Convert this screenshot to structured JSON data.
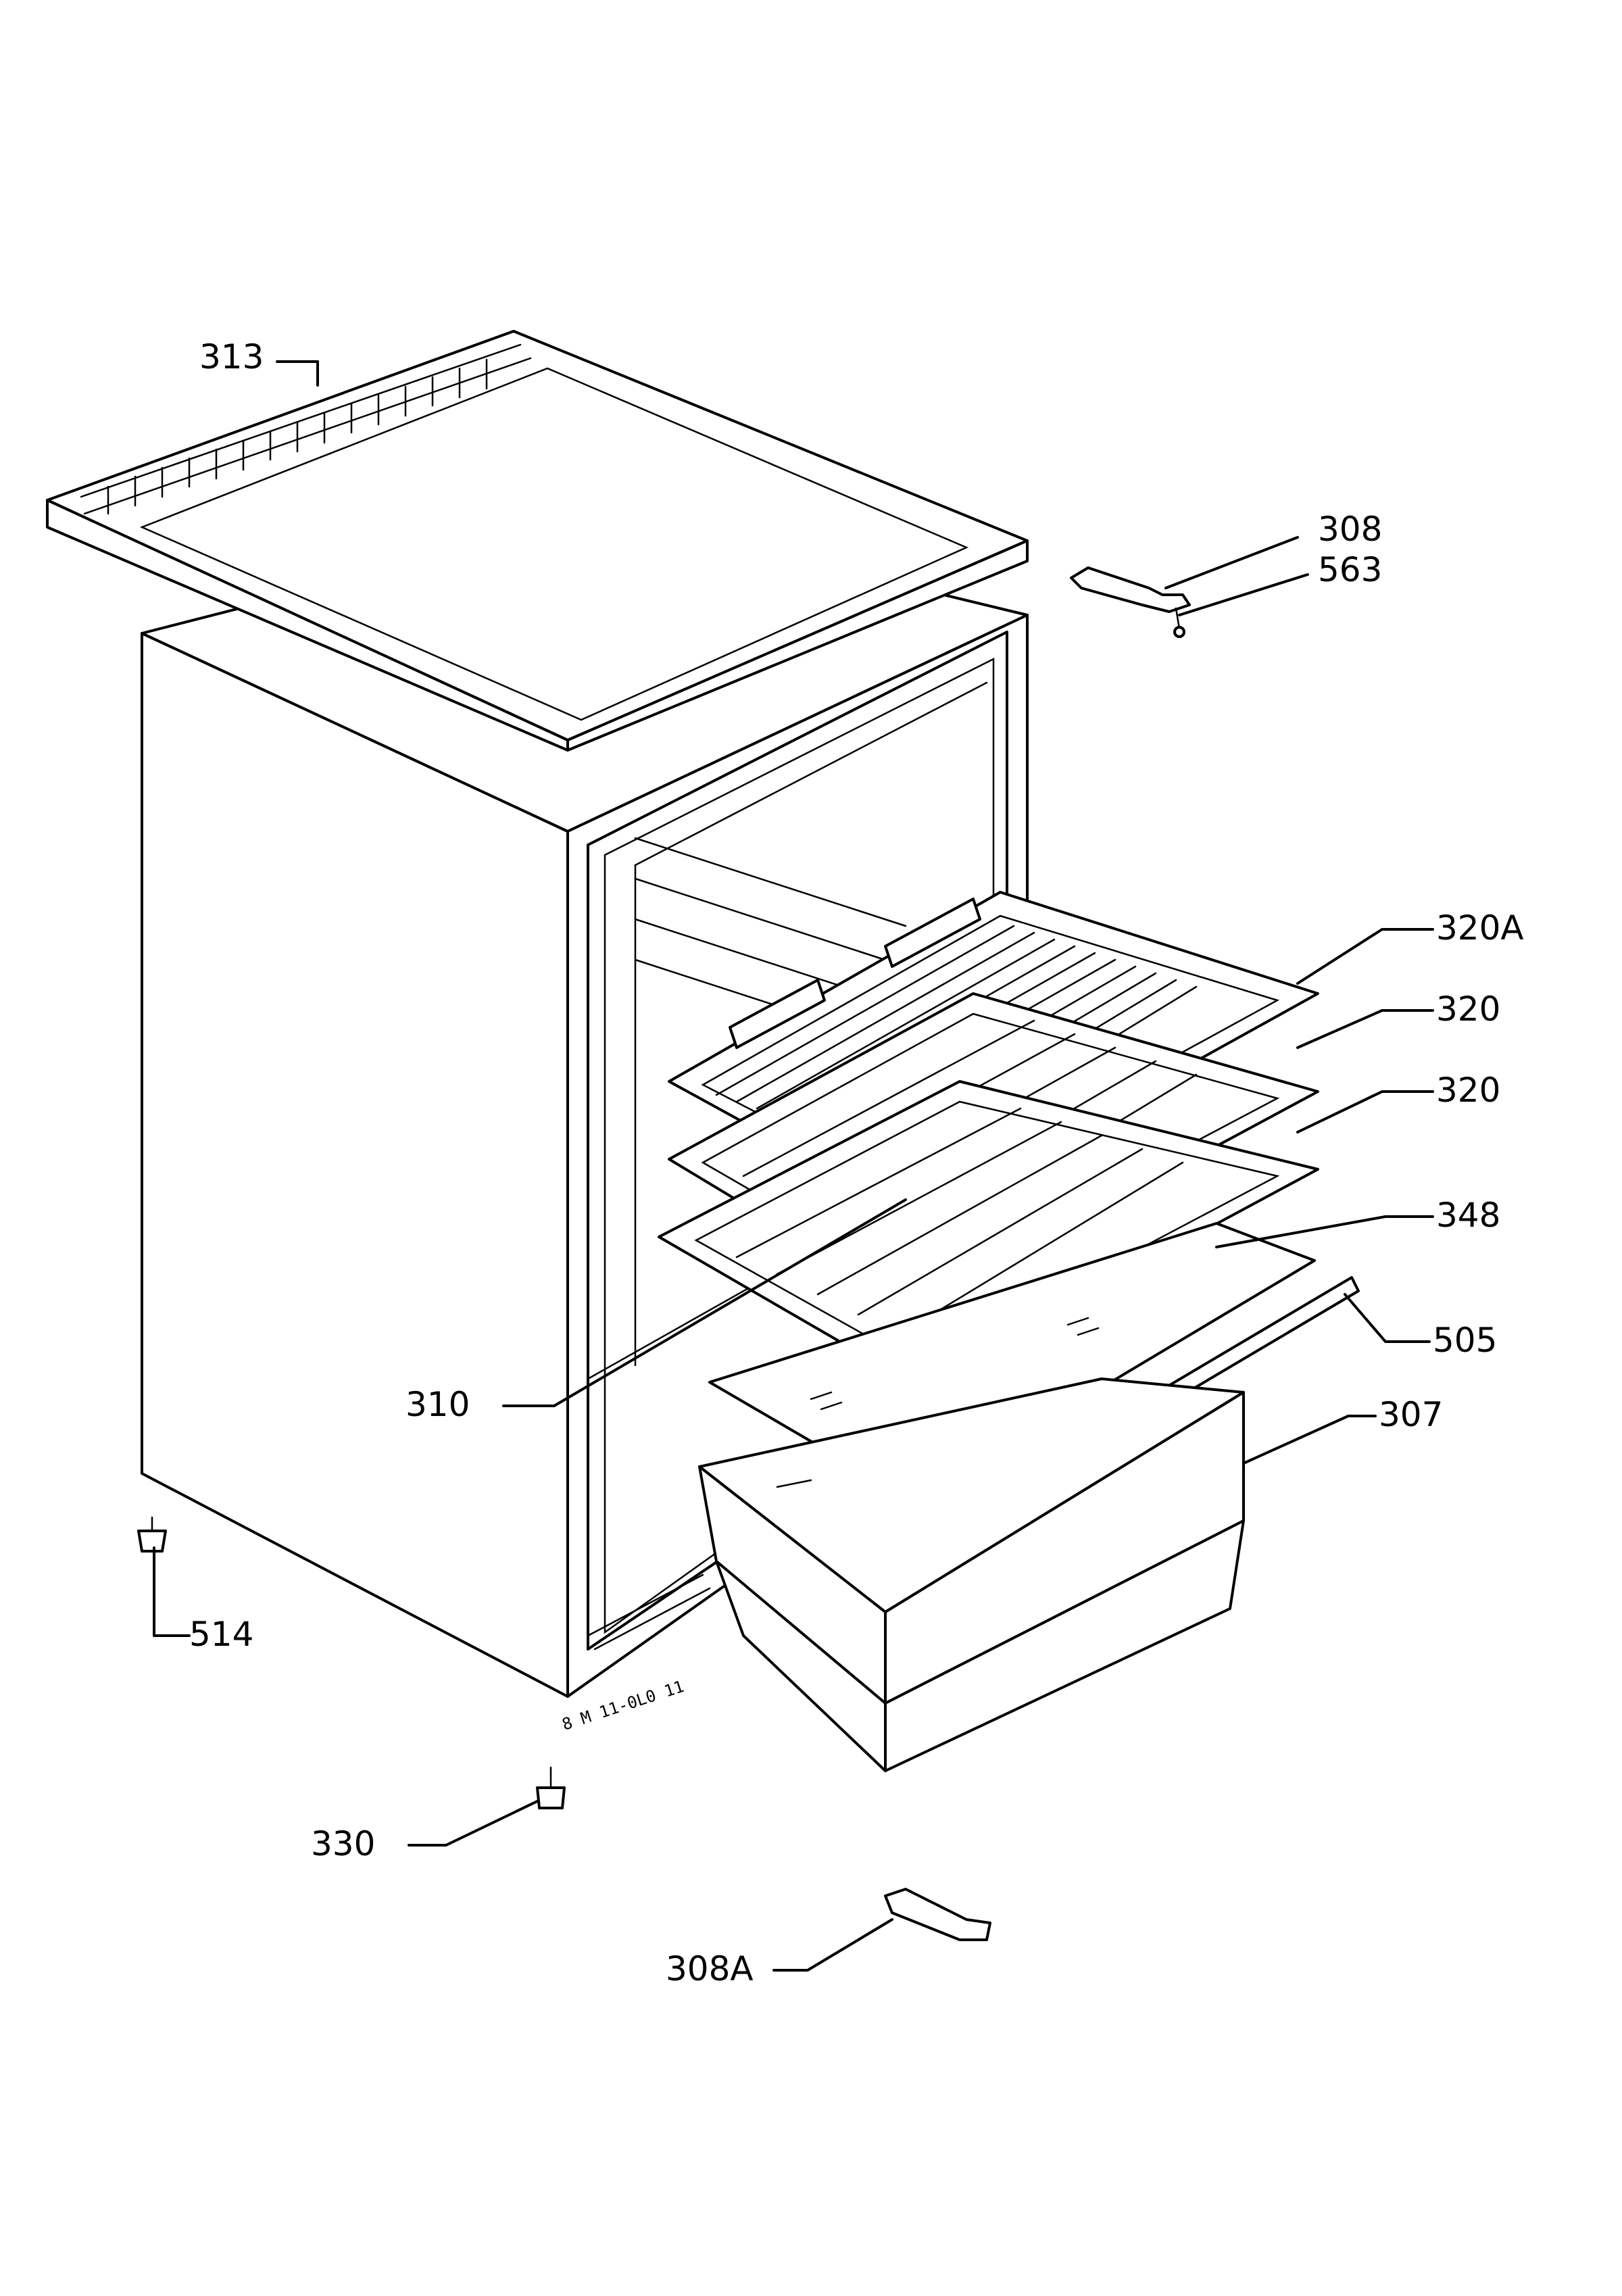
{
  "labels": {
    "p313": "313",
    "p308": "308",
    "p563": "563",
    "p320A": "320A",
    "p320a": "320",
    "p320b": "320",
    "p348": "348",
    "p505": "505",
    "p310": "310",
    "p307": "307",
    "p514": "514",
    "p330": "330",
    "p308A": "308A",
    "stamp": "8 M 11-0L0 11"
  }
}
